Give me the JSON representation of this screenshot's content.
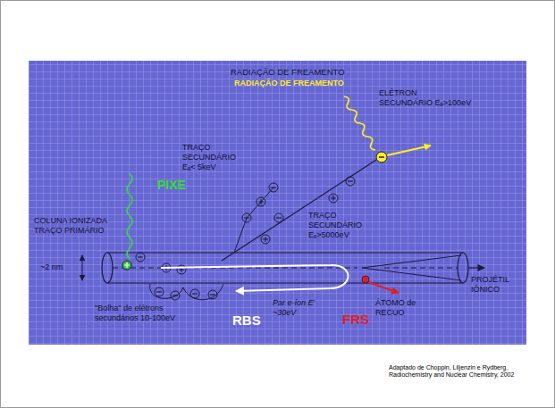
{
  "diagram": {
    "labels": [
      "RADIAÇÃO DE FREAMENTO",
      "RADIAÇÃO DE FREAMENTO",
      "ELÉTRON SECUNDÁRIO Eₑ>100eV",
      "TRAÇO SECUNDÁRIO Eₑ< 5keV",
      "TRAÇO SECUNDÁRIO Eₑ>5000eV",
      "PIXE",
      "COLUNA IONIZADA TRAÇO PRIMÁRIO",
      "~2 nm",
      "PROJÉTIL IÔNICO",
      "Par e-íon E' ~30eV",
      "ÁTOMO de RECUO",
      "FRS",
      "\"Bolha\" de elétrons secundários 10-100eV",
      "RBS",
      "Adaptado de Choppin, Liljenzin e Rydberg, Radiochemistry and Nuclear Chemistry, 2002"
    ]
  }
}
